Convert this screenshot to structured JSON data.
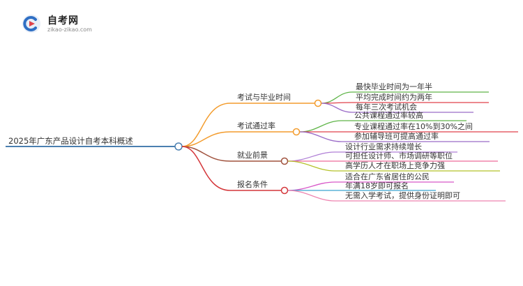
{
  "logo": {
    "title": "自考网",
    "subtitle": "zikao-zikao.com"
  },
  "root": "2025年广东产品设计自考本科概述",
  "branches": [
    {
      "label": "考试与毕业时间",
      "color": "#f39c2d",
      "children": [
        {
          "text": "最快毕业时间为一年半",
          "color": "#5fb548"
        },
        {
          "text": "平均完成时间约为两年",
          "color": "#e0424a"
        },
        {
          "text": "每年三次考试机会",
          "color": "#9b6cc8"
        }
      ]
    },
    {
      "label": "考试通过率",
      "color": "#f39c2d",
      "children": [
        {
          "text": "公共课程通过率较高",
          "color": "#5fb548"
        },
        {
          "text": "专业课程通过率在10%到30%之间",
          "color": "#e0424a"
        },
        {
          "text": "参加辅导班可提高通过率",
          "color": "#9b6cc8"
        }
      ]
    },
    {
      "label": "就业前景",
      "color": "#a0523d",
      "children": [
        {
          "text": "设计行业需求持续增长",
          "color": "#b07fd6"
        },
        {
          "text": "可担任设计师、市场调研等职位",
          "color": "#ee6b9a"
        },
        {
          "text": "高学历人才在职场上竞争力强",
          "color": "#b5c22a"
        }
      ]
    },
    {
      "label": "报名条件",
      "color": "#d4363a",
      "children": [
        {
          "text": "适合在广东省居住的公民",
          "color": "#d858c8"
        },
        {
          "text": "年满18岁即可报名",
          "color": "#3aa3d0"
        },
        {
          "text": "无需入学考试，提供身份证明即可",
          "color": "#ee84b0"
        }
      ]
    }
  ]
}
